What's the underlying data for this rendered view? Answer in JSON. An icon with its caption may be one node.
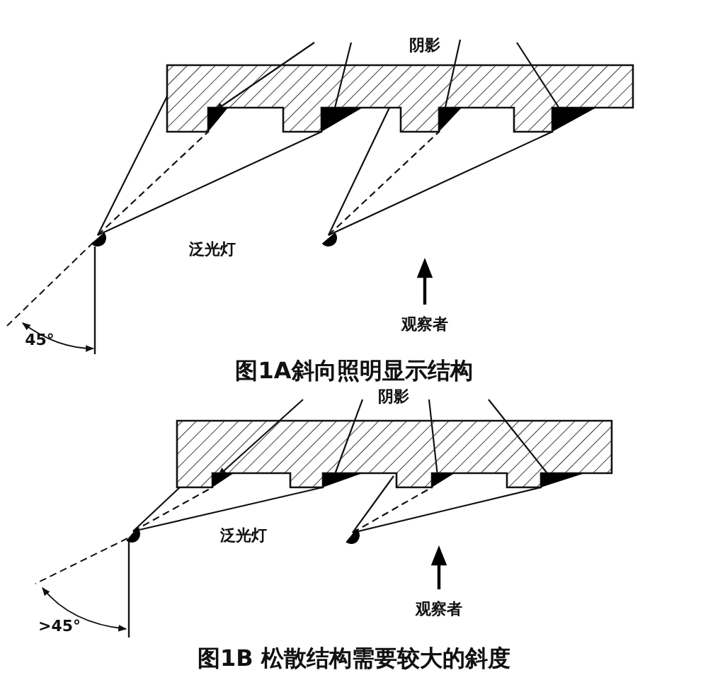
{
  "diagram": {
    "nodes": [
      {
        "text": [],
        "shape": "box"
      },
      {
        "text": [],
        "shape": "triangle"
      },
      {
        "text": [],
        "shape": "triangle"
      },
      {
        "text": [],
        "shape": "triangle"
      },
      {
        "text": [],
        "shape": "triangle"
      },
      {
        "text": [],
        "shape": "semicircle"
      },
      {
        "text": [],
        "shape": "semicircle"
      },
      {
        "text": [],
        "shape": "box"
      },
      {
        "text": [],
        "shape": "triangle"
      },
      {
        "text": [],
        "shape": "triangle"
      },
      {
        "text": [],
        "shape": "triangle"
      },
      {
        "text": [],
        "shape": "triangle"
      },
      {
        "text": [],
        "shape": "semicircle"
      },
      {
        "text": [],
        "shape": "semicircle"
      }
    ],
    "edges": [
      {
        "from": null,
        "to": 1,
        "arrow": "to"
      },
      {
        "from": null,
        "to": 2,
        "arrow": "none"
      },
      {
        "from": null,
        "to": 3,
        "arrow": "none"
      },
      {
        "from": null,
        "to": 4,
        "arrow": "none"
      },
      {
        "from": 5,
        "to": 0,
        "arrow": "none"
      },
      {
        "from": 5,
        "to": 1,
        "arrow": "none",
        "style": "dashed"
      },
      {
        "from": 5,
        "to": 2,
        "arrow": "none"
      },
      {
        "from": 6,
        "to": 0,
        "arrow": "none"
      },
      {
        "from": 6,
        "to": 3,
        "arrow": "none",
        "style": "dashed"
      },
      {
        "from": 6,
        "to": 4,
        "arrow": "none"
      },
      {
        "from": null,
        "to": 8,
        "arrow": "to"
      },
      {
        "from": null,
        "to": 9,
        "arrow": "none"
      },
      {
        "from": null,
        "to": 10,
        "arrow": "none"
      },
      {
        "from": null,
        "to": 11,
        "arrow": "none"
      },
      {
        "from": 12,
        "to": 7,
        "arrow": "none"
      },
      {
        "from": 12,
        "to": 8,
        "arrow": "none",
        "style": "dashed"
      },
      {
        "from": 12,
        "to": 9,
        "arrow": "none"
      },
      {
        "from": 13,
        "to": 7,
        "arrow": "none"
      },
      {
        "from": 13,
        "to": 10,
        "arrow": "none",
        "style": "dashed"
      },
      {
        "from": 13,
        "to": 11,
        "arrow": "none"
      }
    ],
    "labels": [
      "阴影",
      "泛光灯",
      "观察者",
      "45°",
      "图1A斜向照明显示结构",
      "阴影",
      "泛光灯",
      "观察者",
      ">45°",
      "图1B 松散结构需要较大的斜度"
    ]
  }
}
